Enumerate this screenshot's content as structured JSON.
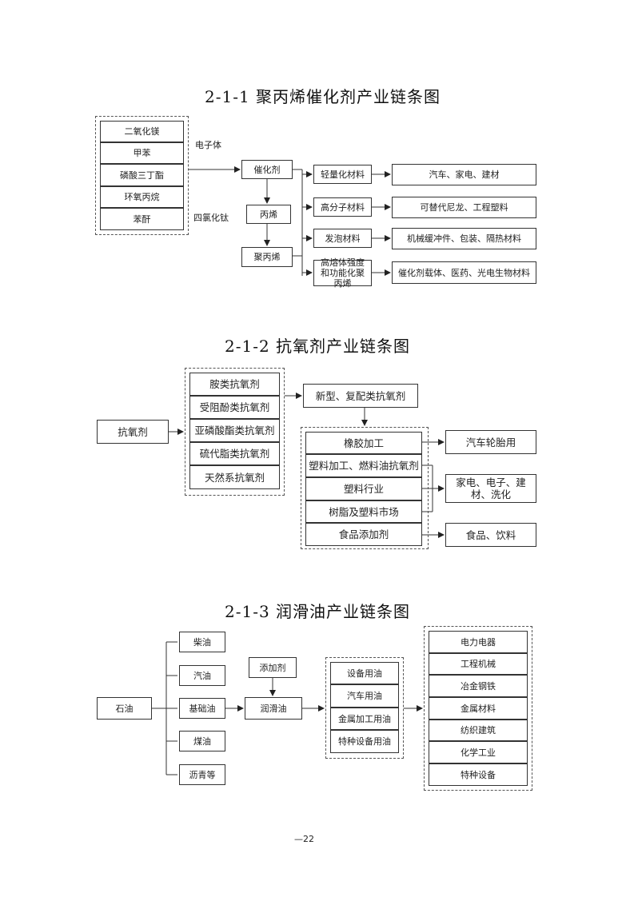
{
  "d1": {
    "title": "2-1-1 聚丙烯催化剂产业链条图",
    "sources": [
      "二氧化镁",
      "甲苯",
      "磷酸三丁酯",
      "环氧丙烷",
      "苯酐"
    ],
    "label_donor": "电子体",
    "label_ticl4": "四氯化钛",
    "chain": [
      "催化剂",
      "丙烯",
      "聚丙烯"
    ],
    "mats": [
      "轻量化材料",
      "高分子材料",
      "发泡材料",
      "高熔体强度和功能化聚丙烯"
    ],
    "apps": [
      "汽车、家电、建材",
      "可替代尼龙、工程塑料",
      "机械缓冲件、包装、隔热材料",
      "催化剂载体、医药、光电生物材料"
    ]
  },
  "d2": {
    "title": "2-1-2 抗氧剂产业链条图",
    "source": "抗氧剂",
    "types": [
      "胺类抗氧剂",
      "受阻酚类抗氧剂",
      "亚磷酸酯类抗氧剂",
      "硫代脂类抗氧剂",
      "天然系抗氧剂"
    ],
    "new": "新型、复配类抗氧剂",
    "inds": [
      "橡胶加工",
      "塑料加工、燃料油抗氧剂",
      "塑料行业",
      "树脂及塑料市场",
      "食品添加剂"
    ],
    "ends": [
      "汽车轮胎用",
      "家电、电子、建材、洗化",
      "食品、饮料"
    ]
  },
  "d3": {
    "title": "2-1-3 润滑油产业链条图",
    "source": "石油",
    "oils": [
      "柴油",
      "汽油",
      "基础油",
      "煤油",
      "沥青等"
    ],
    "additive": "添加剂",
    "lube": "润滑油",
    "uses": [
      "设备用油",
      "汽车用油",
      "金属加工用油",
      "特种设备用油"
    ],
    "fields": [
      "电力电器",
      "工程机械",
      "冶金钢铁",
      "金属材料",
      "纺织建筑",
      "化学工业",
      "特种设备"
    ]
  },
  "page_number": "—22"
}
